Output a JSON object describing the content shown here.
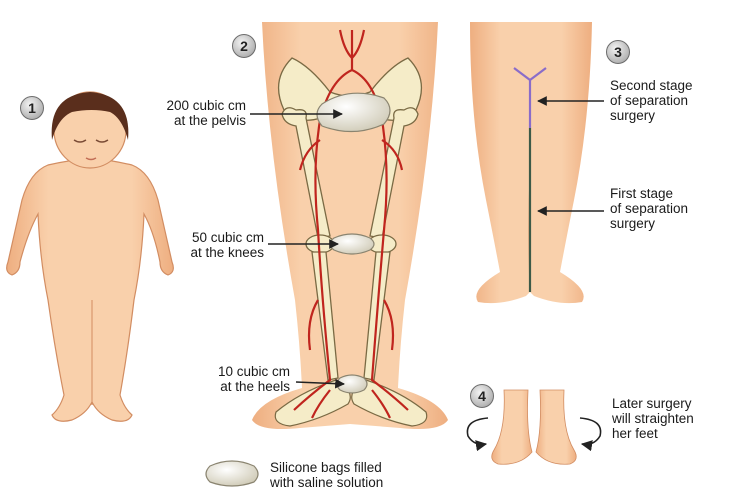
{
  "steps": [
    "1",
    "2",
    "3",
    "4"
  ],
  "labels": {
    "pelvis": [
      "200 cubic cm",
      "at the pelvis"
    ],
    "knees": [
      "50 cubic cm",
      "at the knees"
    ],
    "heels": [
      "10 cubic cm",
      "at the heels"
    ],
    "second_stage": [
      "Second stage",
      "of separation",
      "surgery"
    ],
    "first_stage": [
      "First stage",
      "of separation",
      "surgery"
    ],
    "later_surgery": [
      "Later surgery",
      "will straighten",
      "her feet"
    ],
    "legend": [
      "Silicone bags filled",
      "with saline solution"
    ]
  },
  "colors": {
    "skin": "#f8c9a0",
    "skin_shade": "#eaa67a",
    "bone": "#f5ecc8",
    "artery": "#c0251e",
    "incision_upper": "#8a6cc9",
    "incision_lower": "#3d5a48",
    "bag": "#ece8d8"
  },
  "icons": [
    "rotate-left-arrow-icon",
    "rotate-right-arrow-icon",
    "silicone-bag-icon"
  ]
}
